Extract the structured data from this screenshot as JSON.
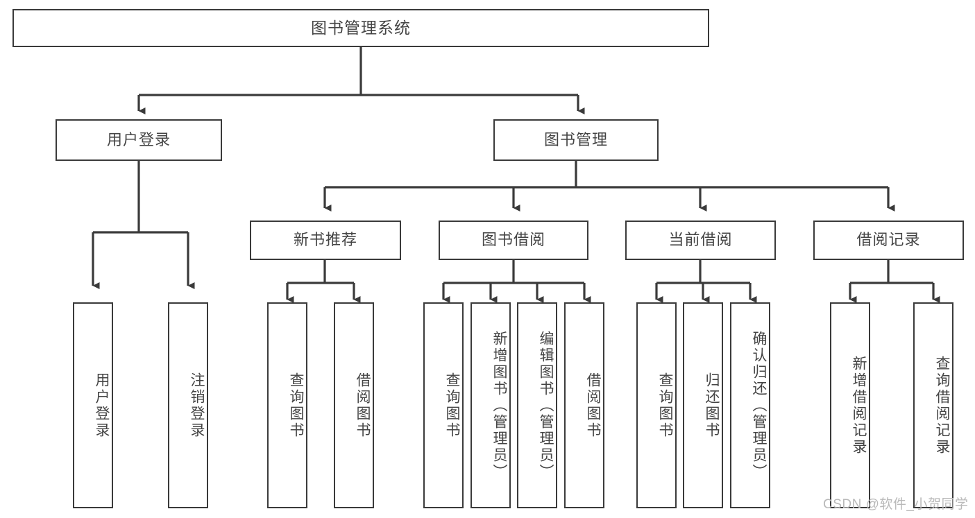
{
  "diagram": {
    "type": "tree",
    "title": "图书管理系统",
    "orientation": "top-down",
    "colors": {
      "box_border": "#3a3a3a",
      "box_fill": "#ffffff",
      "text": "#444444",
      "edge": "#3a3a3a",
      "watermark": "#b9b9b9"
    },
    "root": {
      "id": "root",
      "label": "图书管理系统"
    },
    "level2": [
      {
        "id": "user-login",
        "label": "用户登录"
      },
      {
        "id": "book-manage",
        "label": "图书管理"
      }
    ],
    "level3": [
      {
        "id": "new-book-recommend",
        "label": "新书推荐",
        "parent": "book-manage"
      },
      {
        "id": "book-borrow",
        "label": "图书借阅",
        "parent": "book-manage"
      },
      {
        "id": "current-borrow",
        "label": "当前借阅",
        "parent": "book-manage"
      },
      {
        "id": "borrow-record",
        "label": "借阅记录",
        "parent": "book-manage"
      }
    ],
    "leaves": [
      {
        "id": "leaf-user-login",
        "label": "用户登录",
        "parent": "user-login"
      },
      {
        "id": "leaf-user-logout",
        "label": "注销登录",
        "parent": "user-login"
      },
      {
        "id": "leaf-query-book-rec",
        "label": "查询图书",
        "parent": "new-book-recommend"
      },
      {
        "id": "leaf-borrow-book-rec",
        "label": "借阅图书",
        "parent": "new-book-recommend"
      },
      {
        "id": "leaf-query-book-borrow",
        "label": "查询图书",
        "parent": "book-borrow"
      },
      {
        "id": "leaf-add-book",
        "label": "新增图书（管理员）",
        "parent": "book-borrow"
      },
      {
        "id": "leaf-edit-book",
        "label": "编辑图书（管理员）",
        "parent": "book-borrow"
      },
      {
        "id": "leaf-borrow-book",
        "label": "借阅图书",
        "parent": "book-borrow"
      },
      {
        "id": "leaf-query-book-cur",
        "label": "查询图书",
        "parent": "current-borrow"
      },
      {
        "id": "leaf-return-book",
        "label": "归还图书",
        "parent": "current-borrow"
      },
      {
        "id": "leaf-confirm-return",
        "label": "确认归还（管理员）",
        "parent": "current-borrow"
      },
      {
        "id": "leaf-add-record",
        "label": "新增借阅记录",
        "parent": "borrow-record"
      },
      {
        "id": "leaf-query-record",
        "label": "查询借阅记录",
        "parent": "borrow-record"
      }
    ]
  },
  "watermark": {
    "text": "CSDN @软件_小贺同学"
  }
}
